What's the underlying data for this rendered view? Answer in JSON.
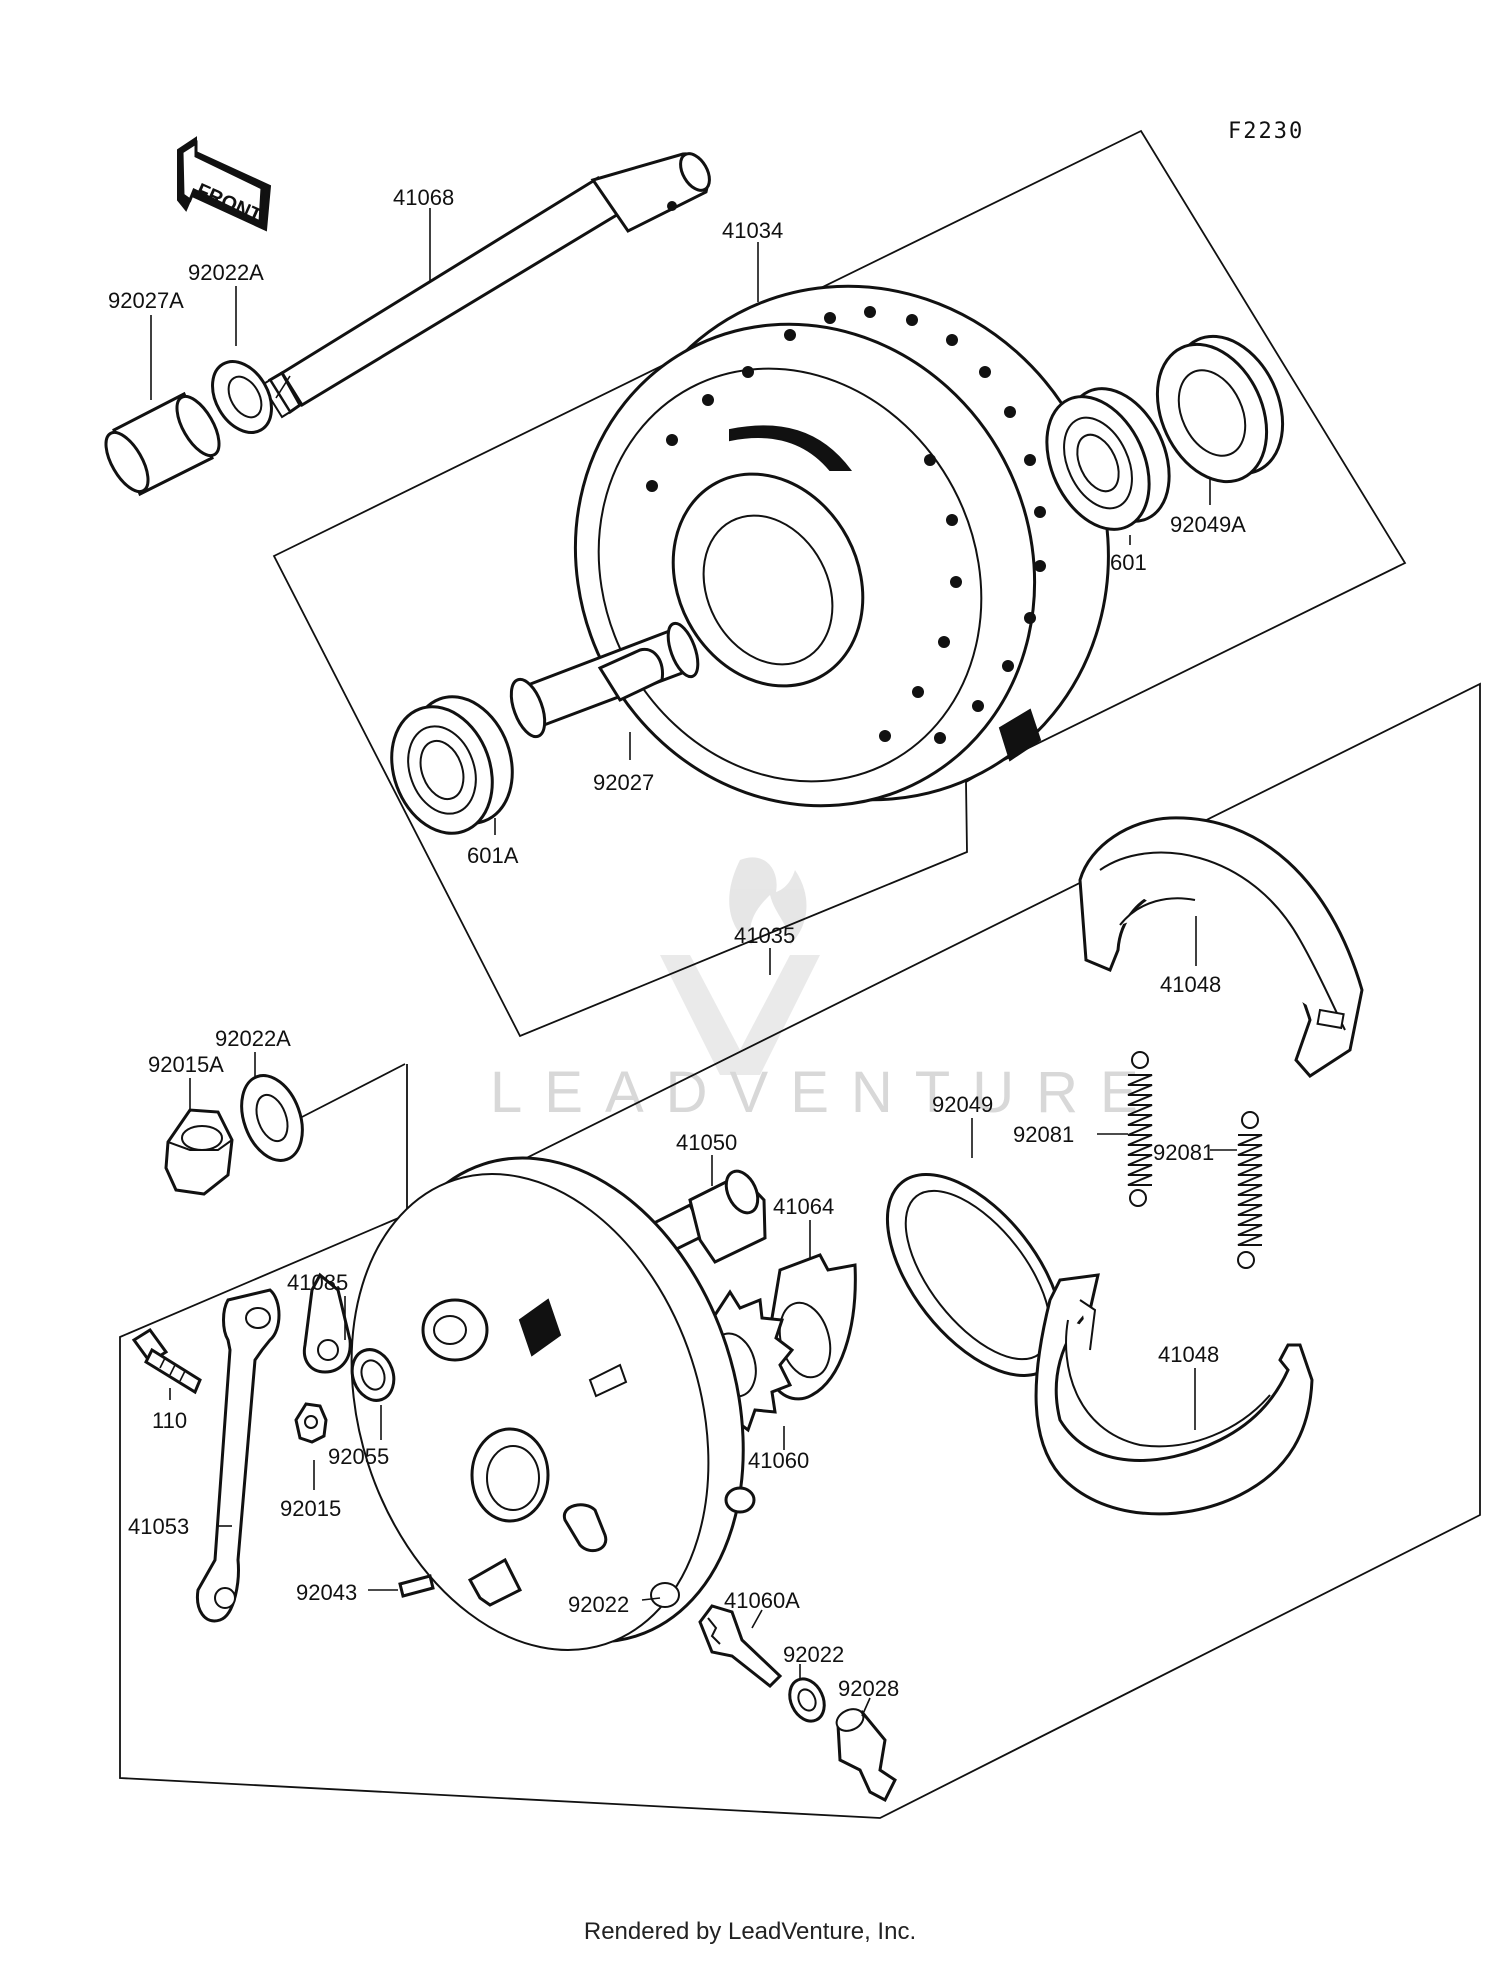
{
  "figure_code": "F2230",
  "front_arrow_text": "FRONT",
  "watermark": "LEADVENTURE",
  "footer": "Rendered by LeadVenture, Inc.",
  "part_labels": {
    "p41068": "41068",
    "p41034": "41034",
    "p92022A_top": "92022A",
    "p92027A": "92027A",
    "p601": "601",
    "p92049A": "92049A",
    "p92027": "92027",
    "p601A": "601A",
    "p41035": "41035",
    "p41048_top": "41048",
    "p92022A_bot": "92022A",
    "p92015A": "92015A",
    "p92049": "92049",
    "p92081_left": "92081",
    "p92081_right": "92081",
    "p41050": "41050",
    "p41064": "41064",
    "p41085": "41085",
    "p41048_bot": "41048",
    "p110": "110",
    "p92055": "92055",
    "p41060": "41060",
    "p92015": "92015",
    "p41053": "41053",
    "p92043": "92043",
    "p92022_a": "92022",
    "p41060A": "41060A",
    "p92022_b": "92022",
    "p92028": "92028"
  }
}
